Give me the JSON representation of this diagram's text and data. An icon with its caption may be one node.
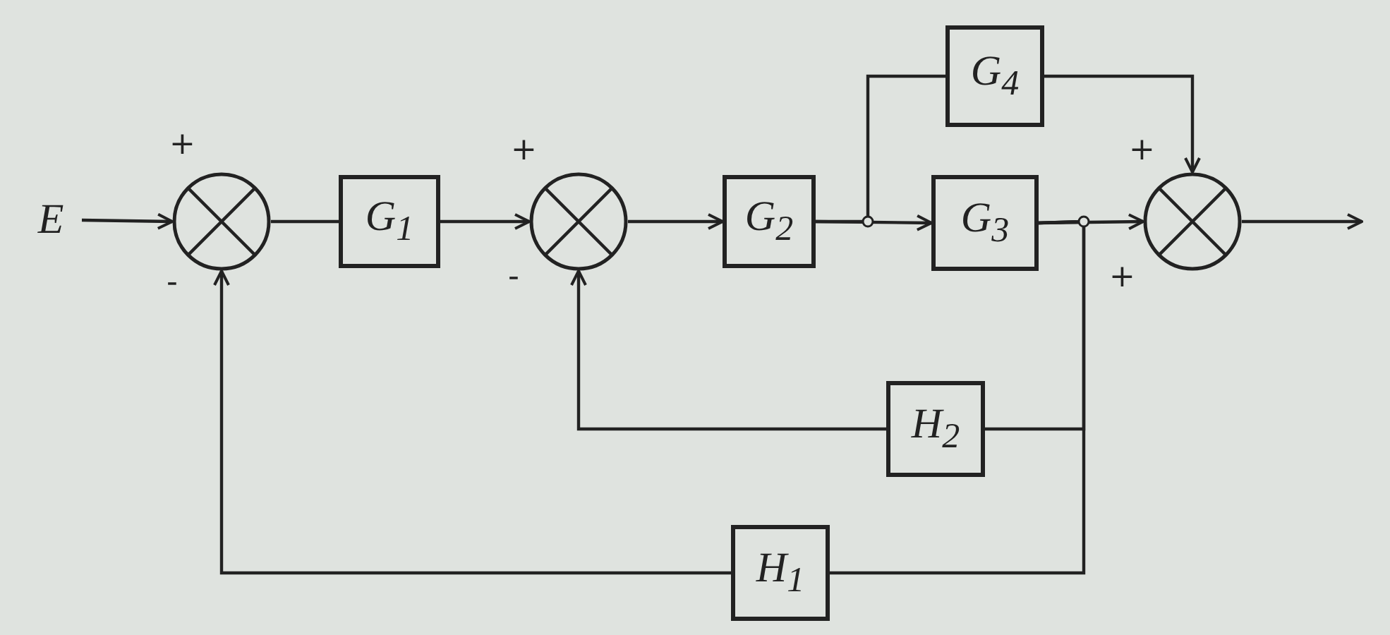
{
  "diagram": {
    "nodes": [
      {
        "text": [
          "E"
        ]
      },
      {
        "text": [],
        "shape": "circle"
      },
      {
        "text": [
          "G$_{1}$"
        ]
      },
      {
        "text": [],
        "shape": "circle"
      },
      {
        "text": [
          "G$_{2}$"
        ]
      },
      {
        "text": [
          "G$_{3}$"
        ]
      },
      {
        "text": [
          "G$_{4}$"
        ]
      },
      {
        "text": [],
        "shape": "circle"
      },
      {
        "text": [
          "H$_{2}$"
        ]
      },
      {
        "text": [
          "H$_{1}$"
        ]
      }
    ],
    "edges": [
      {
        "from": 0,
        "to": 1,
        "arrow": "to"
      },
      {
        "from": 1,
        "to": 2,
        "arrow": "none"
      },
      {
        "from": 2,
        "to": 3,
        "arrow": "to"
      },
      {
        "from": 3,
        "to": 4,
        "arrow": "to"
      },
      {
        "from": 4,
        "to": 5,
        "arrow": "to"
      },
      {
        "from": 4,
        "to": 6,
        "arrow": "none"
      },
      {
        "from": 6,
        "to": 7,
        "arrow": "to"
      },
      {
        "from": 5,
        "to": 7,
        "arrow": "to"
      },
      {
        "from": 7,
        "to": null,
        "arrow": "to"
      },
      {
        "from": 5,
        "to": 8,
        "arrow": "none"
      },
      {
        "from": 8,
        "to": 3,
        "arrow": "to"
      },
      {
        "from": 5,
        "to": 9,
        "arrow": "none"
      },
      {
        "from": 9,
        "to": 1,
        "arrow": "to"
      }
    ],
    "labels": [
      "+",
      "-",
      "+",
      "-",
      "+",
      "+"
    ]
  }
}
